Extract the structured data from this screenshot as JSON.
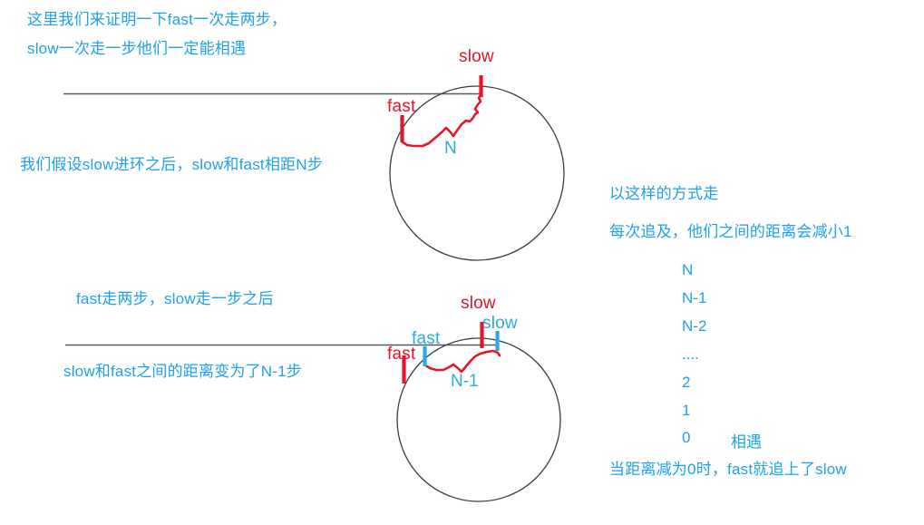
{
  "colors": {
    "blue": "#1fa1e8",
    "blue_light": "#29abe2",
    "red": "#e8142a",
    "line_gray": "#595959",
    "circle_gray": "#4a4a4a",
    "background": "#ffffff"
  },
  "intro": {
    "line1": "这里我们来证明一下fast一次走两步，",
    "line2": "slow一次走一步他们一定能相遇"
  },
  "assumption": {
    "text": "我们假设slow进环之后，slow和fast相距N步"
  },
  "step_note": {
    "text": "fast走两步，slow走一步之后"
  },
  "result_note": {
    "text": "slow和fast之间的距离变为了N-1步"
  },
  "diagram_top": {
    "slow_label": "slow",
    "fast_label": "fast",
    "distance_label": "N"
  },
  "diagram_bottom": {
    "slow_label_old": "slow",
    "slow_label_new": "slow",
    "fast_label_old": "fast",
    "fast_label_new": "fast",
    "distance_label": "N-1"
  },
  "right_panel": {
    "heading1": "以这样的方式走",
    "heading2": "每次追及，他们之间的距离会减小1",
    "sequence": [
      "N",
      "N-1",
      "N-2",
      "....",
      "2",
      "1",
      "0"
    ],
    "meet_label": "相遇",
    "conclusion": "当距离减为0时，fast就追上了slow"
  }
}
